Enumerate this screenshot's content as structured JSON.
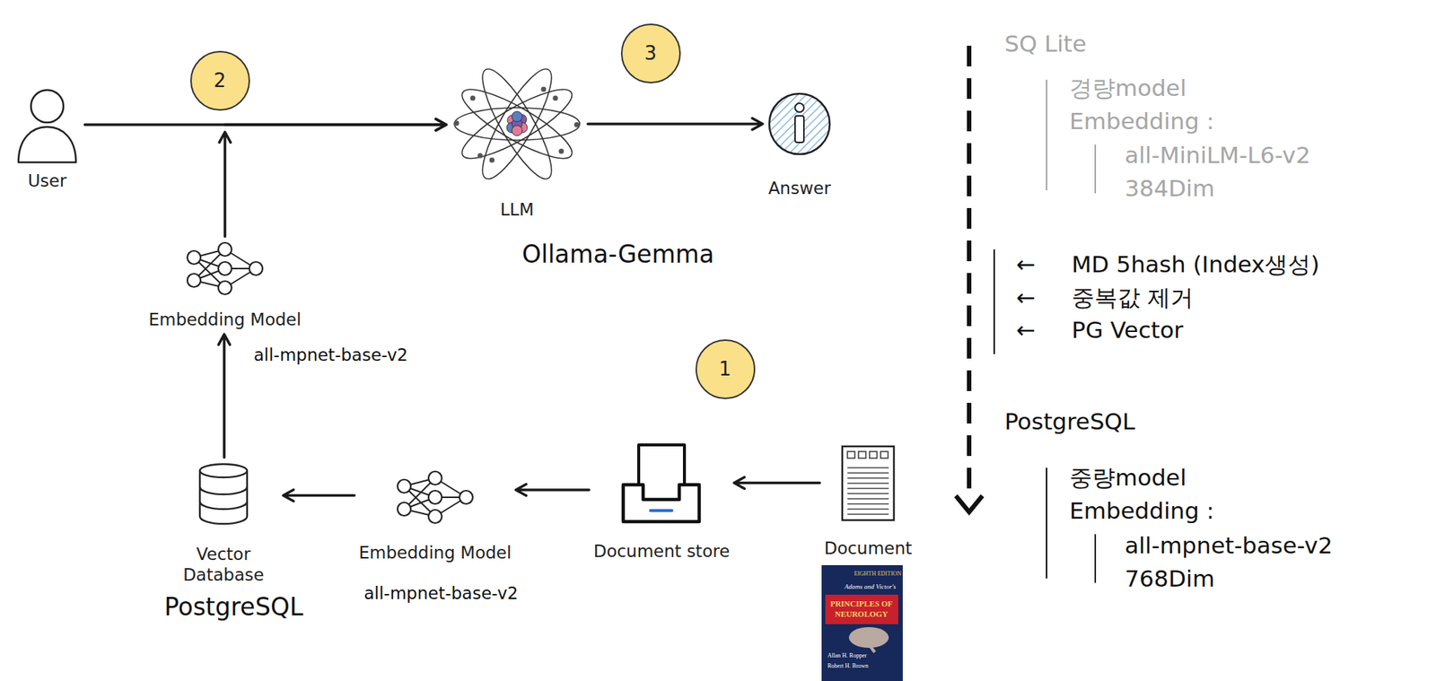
{
  "diagram": {
    "nodes": [
      {
        "text": [
          "User"
        ]
      },
      {
        "text": [
          "LLM"
        ]
      },
      {
        "text": [
          "Answer"
        ]
      },
      {
        "text": [
          "Embedding Model"
        ]
      },
      {
        "text": [
          "Vector Database"
        ]
      },
      {
        "text": [
          "Embedding Model"
        ]
      },
      {
        "text": [
          "Document store"
        ]
      },
      {
        "text": [
          "Document"
        ]
      }
    ],
    "edges": [
      {
        "from": 0,
        "to": 1,
        "arrow": "to"
      },
      {
        "from": 3,
        "to": 1,
        "arrow": "to"
      },
      {
        "from": 1,
        "to": 2,
        "arrow": "to"
      },
      {
        "from": 4,
        "to": 3,
        "arrow": "to"
      },
      {
        "from": 7,
        "to": 6,
        "arrow": "to"
      },
      {
        "from": 6,
        "to": 5,
        "arrow": "to"
      },
      {
        "from": 5,
        "to": 4,
        "arrow": "to"
      }
    ],
    "labels": [
      "2",
      "3",
      "Ollama-Gemma",
      "all-mpnet-base-v2",
      "1",
      "PostgreSQL",
      "all-mpnet-base-v2",
      "EIGHTH EDITION",
      "Adams and Victor's",
      "PRINCIPLES OF NEUROLOGY",
      "Allan H. Ropper",
      "Robert H. Brown",
      "SQ Lite",
      "경량model",
      "Embedding :",
      "all-MiniLM-L6-v2",
      "384Dim",
      "←",
      "MD 5hash (Index생성)",
      "←",
      "중복값 제거",
      "←",
      "PG Vector",
      "PostgreSQL",
      "중량model",
      "Embedding :",
      "all-mpnet-base-v2",
      "768Dim"
    ]
  }
}
